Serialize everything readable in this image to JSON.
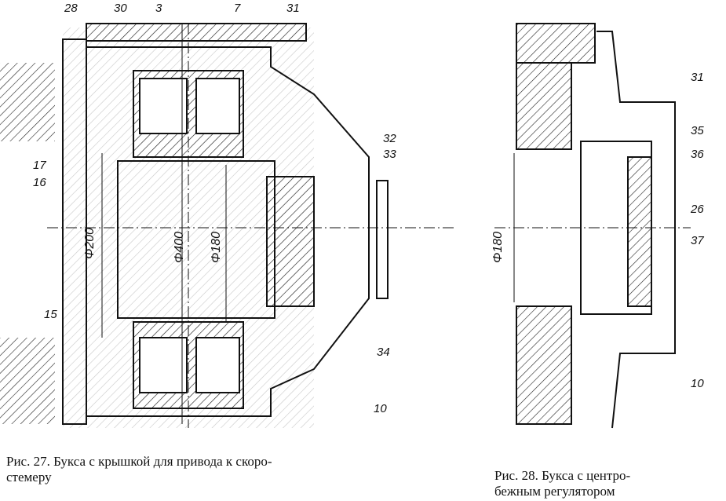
{
  "figure27": {
    "labels": {
      "l28": "28",
      "l30": "30",
      "l3": "3",
      "l7": "7",
      "l31": "31",
      "l32": "32",
      "l33": "33",
      "l17": "17",
      "l16": "16",
      "l15": "15",
      "l34": "34",
      "l10": "10"
    },
    "dims": {
      "d200": "Φ200",
      "d400": "Φ400",
      "d180": "Φ180"
    },
    "caption_line1": "Рис. 27. Букса с крышкой для привода к скоро-",
    "caption_line2": "стемеру"
  },
  "figure28": {
    "labels": {
      "l31": "31",
      "l35": "35",
      "l36": "36",
      "l26": "26",
      "l37": "37",
      "l10": "10"
    },
    "dims": {
      "d180": "Φ180"
    },
    "caption_line1": "Рис. 28. Букса с центро-",
    "caption_line2": "бежным регулятором"
  }
}
